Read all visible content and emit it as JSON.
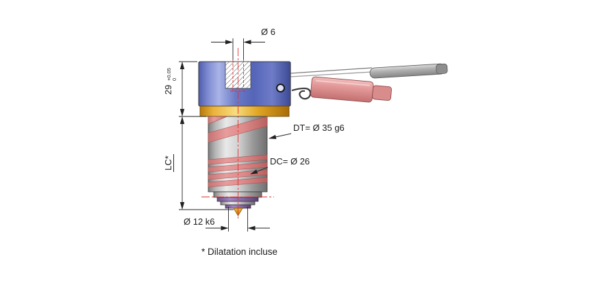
{
  "drawing": {
    "dimensions": {
      "hole_diameter": "Ø 6",
      "head_height": "29",
      "head_height_tol_upper": "+0.05",
      "head_height_tol_lower": "0",
      "overall_length": "LC*",
      "shank_diameter": "DT= Ø 35 g6",
      "coil_diameter": "DC= Ø 26",
      "tip_diameter": "Ø 12 k6"
    },
    "note": "* Dilatation incluse",
    "colors": {
      "head_blue": "#5b6ab8",
      "ring_gold": "#e8b23a",
      "body_gray": "#c0c0c0",
      "heater_pink": "#dd8a8a",
      "tip_orange": "#d89018",
      "centerline_red": "#e03030"
    }
  }
}
